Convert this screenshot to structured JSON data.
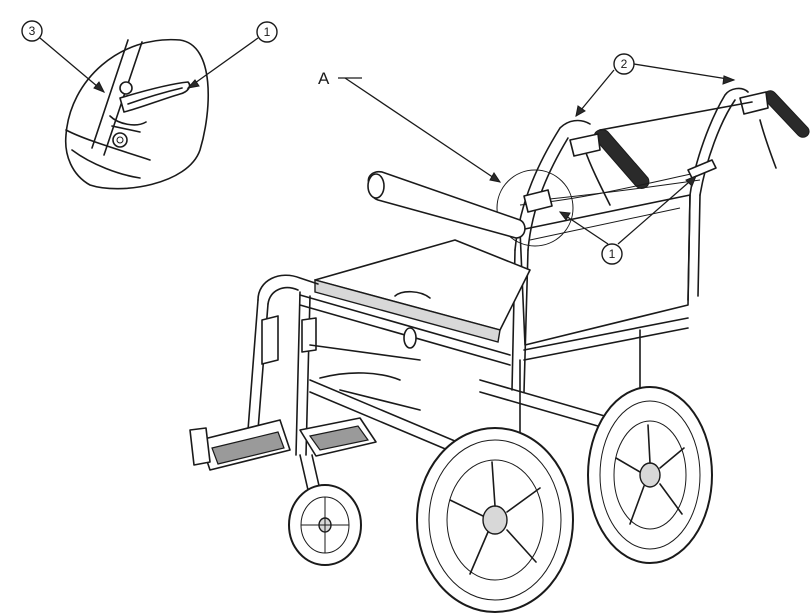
{
  "callouts": {
    "detail_label_3": "3",
    "detail_label_1": "1",
    "handle_label_2": "2",
    "brake_label_1": "1",
    "hinge_label": "A"
  },
  "colors": {
    "line": "#1a1a1a",
    "background": "#ffffff",
    "grip": "#2a2a2a",
    "panel_shade": "#d8d8d8"
  }
}
